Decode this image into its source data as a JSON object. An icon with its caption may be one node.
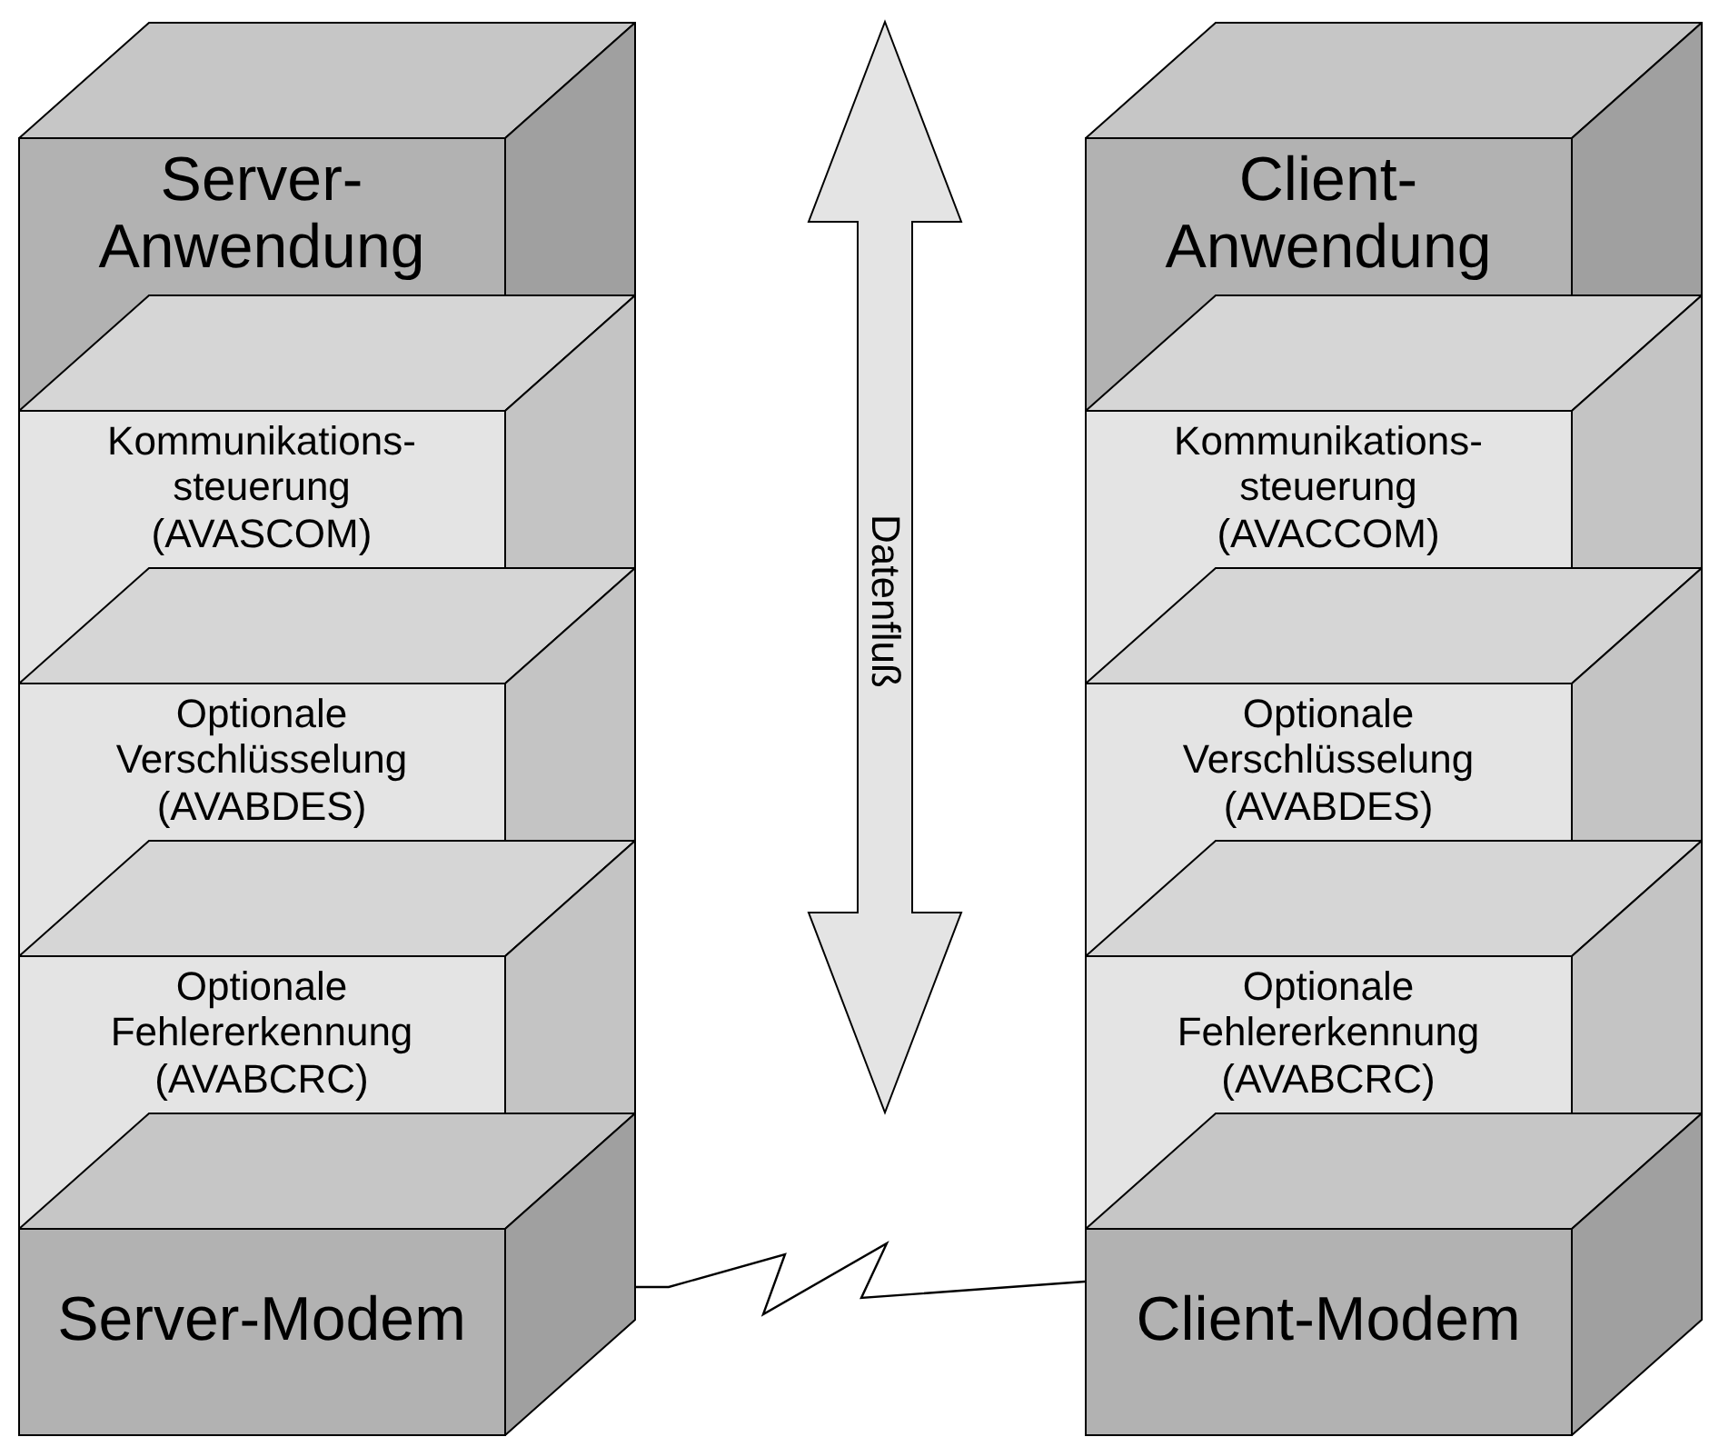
{
  "diagram": {
    "nodes": [
      {
        "text": [
          "Server- Anwendung"
        ]
      },
      {
        "text": [
          "Kommunikations- steuerung (AVASCOM)"
        ]
      },
      {
        "text": [
          "Optionale Verschlüsselung (AVABDES)"
        ]
      },
      {
        "text": [
          "Optionale Fehlererkennung (AVABCRC)"
        ]
      },
      {
        "text": [
          "Server-Modem"
        ]
      },
      {
        "text": [
          "Client- Anwendung"
        ]
      },
      {
        "text": [
          "Kommunikations- steuerung (AVACCOM)"
        ]
      },
      {
        "text": [
          "Optionale Verschlüsselung (AVABDES)"
        ]
      },
      {
        "text": [
          "Optionale Fehlererkennung (AVABCRC)"
        ]
      },
      {
        "text": [
          "Client-Modem"
        ]
      }
    ],
    "edges": [
      {
        "from": 4,
        "to": 9,
        "arrow": "none"
      }
    ],
    "labels": [
      "Datenfluß"
    ]
  }
}
